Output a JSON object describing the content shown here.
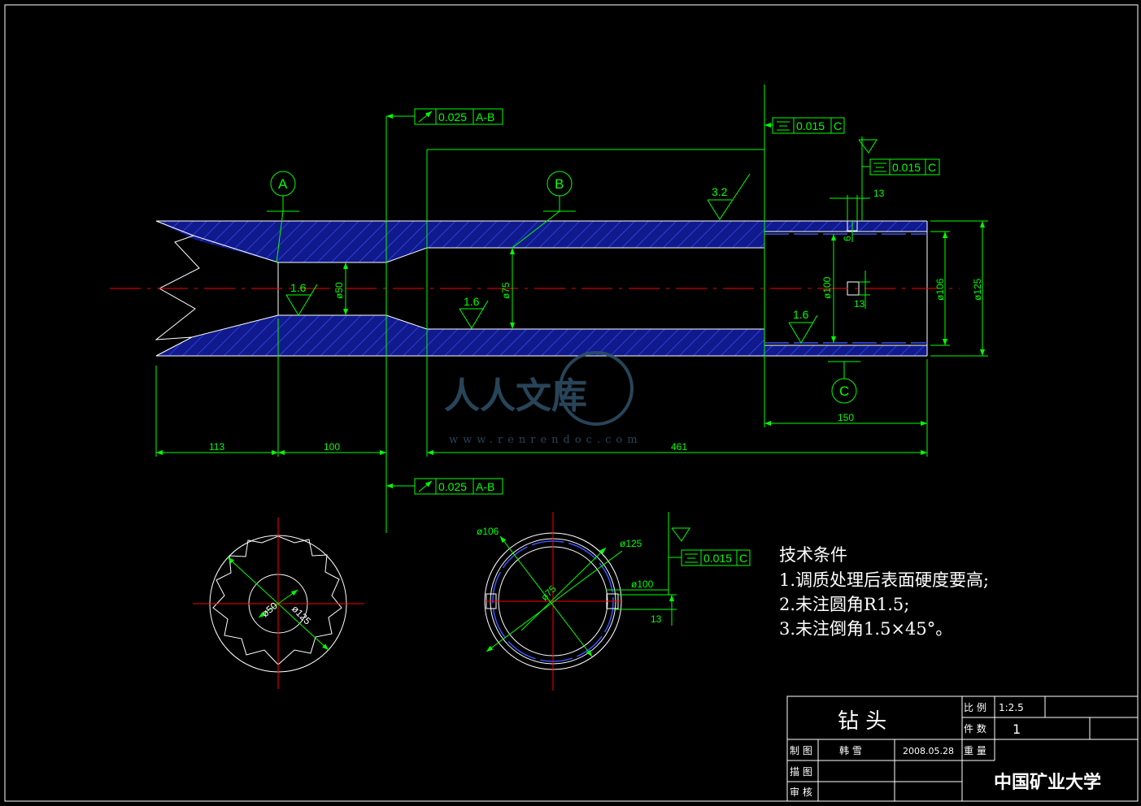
{
  "datums": {
    "a": "A",
    "b": "B",
    "c": "C"
  },
  "tolerances": {
    "runout_top": {
      "value": "0.025",
      "ref": "A-B"
    },
    "runout_bottom": {
      "value": "0.025",
      "ref": "A-B"
    },
    "symmetry_top": {
      "value": "0.015",
      "ref": "C"
    },
    "symmetry_right": {
      "value": "0.015",
      "ref": "C"
    },
    "symmetry_section": {
      "value": "0.015",
      "ref": "C"
    }
  },
  "roughness": {
    "top": "3.2",
    "bore50": "1.6",
    "bore75": "1.6",
    "bore100": "1.6"
  },
  "dimensions": {
    "d50": "ø50",
    "d75": "ø75",
    "d100": "ø100",
    "d106": "ø106",
    "d125": "ø125",
    "len113": "113",
    "len100": "100",
    "len461": "461",
    "len150": "150",
    "key13_top": "13",
    "key6": "6",
    "key13_side": "13",
    "sec_d106": "ø106",
    "sec_d125": "ø125",
    "sec_d100": "ø100",
    "sec_13": "13",
    "sec_d75": "ø75",
    "left_d50": "ø50",
    "left_d125": "ø125"
  },
  "tech": {
    "title": "技术条件",
    "item1": "1.调质处理后表面硬度要高;",
    "item2": "2.未注圆角R1.5;",
    "item3": "3.未注倒角1.5×45°。"
  },
  "titleblock": {
    "part_name": "钻  头",
    "scale_label": "比 例",
    "scale_value": "1:2.5",
    "count_label": "件 数",
    "count_value": "1",
    "weight_label": "重 量",
    "drawn_label": "制 图",
    "drawn_name": "韩 雪",
    "drawn_date": "2008.05.28",
    "traced_label": "描 图",
    "checked_label": "审 核",
    "school": "中国矿业大学"
  },
  "watermark": {
    "text": "人人文库",
    "url": "www.renrendoc.com"
  },
  "colors": {
    "outline": "#ffffff",
    "dimension": "#00ff00",
    "centerline": "#ff0000",
    "hatch": "#3a55ff",
    "background": "#000000"
  }
}
